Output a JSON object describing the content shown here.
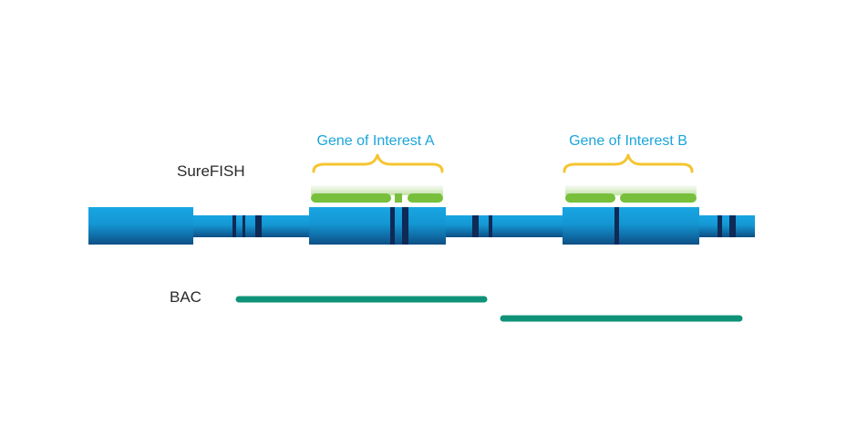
{
  "labels": {
    "gene_a": "Gene of Interest A",
    "gene_b": "Gene of Interest B",
    "surefish": "SureFISH",
    "bac": "BAC"
  },
  "colors": {
    "chromosome": "#1496d2",
    "chromosome_dark": "#0d4f86",
    "band": "#0e2a55",
    "gene_label": "#1aa5dc",
    "bracket": "#f5c531",
    "surefish_probe": "#78bf3c",
    "bac_probe": "#0f9378",
    "text": "#2a2a2a"
  }
}
